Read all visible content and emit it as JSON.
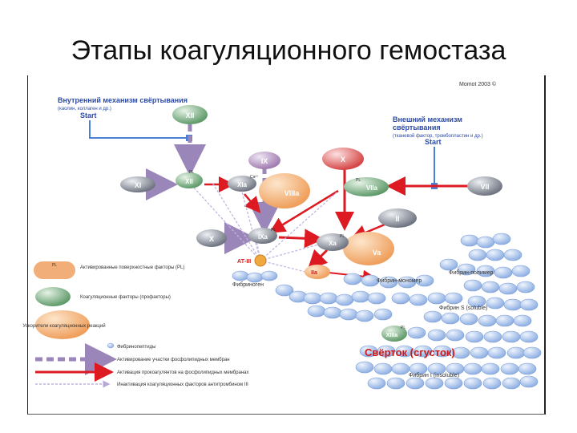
{
  "slide": {
    "title": "Этапы коагуляционного гемостаза"
  },
  "diagram": {
    "credit": "Momot 2003 ©",
    "intrinsic": {
      "title": "Внутренний механизм свёртывания",
      "subtitle": "(каолин, коллаген и др.)",
      "start": "Start"
    },
    "extrinsic": {
      "title": "Внешний механизм",
      "title2": "свёртывания",
      "subtitle": "(тканевой фактор, тромбопластин и др.)",
      "start": "Start"
    },
    "factors": {
      "XII": "XII",
      "XI": "XI",
      "XIa": "XIa",
      "IX": "IX",
      "IXa": "IXa",
      "VIIIa": "VIIIa",
      "X_top": "X",
      "X_left": "X",
      "VIIa": "VIIa",
      "VII": "VII",
      "II": "II",
      "Xa": "Xa",
      "Va": "Va",
      "IIa": "IIa",
      "XIIIa": "XIIIa"
    },
    "small_labels": {
      "pl1": "PL",
      "ca1": "Ca²⁺",
      "pl2": "PL",
      "pl3": "PL",
      "pl4": "PL",
      "pl5": "PL",
      "atiii": "АТ-III"
    },
    "products": {
      "fibrinogen": "Фибриноген",
      "fibrin_monomer": "Фибрин-мономер",
      "fibrin_polymer": "Фибрин-полимер",
      "fibrin_soluble": "Фибрин S (soluble)",
      "fibrin_insoluble": "Фибрин I (insoluble)",
      "clot": "Свёрток (сгусток)"
    },
    "legend": [
      {
        "label": "Активированные поверхностные факторы (PL)"
      },
      {
        "label": "Коагуляционные факторы (профакторы)"
      },
      {
        "label": "Ускорители коагуляционных реакций"
      },
      {
        "label": "Фибринопептиды"
      },
      {
        "label": "Активирование участки фосфолипидных мембран"
      },
      {
        "label": "Активация прокоагулянтов на фосфолипидных мембранах"
      },
      {
        "label": "Инактивация коагуляционных факторов антитромбином III"
      }
    ],
    "colors": {
      "line_blue": "#4a7fd6",
      "arrow_purple": "#9a86b8",
      "arrow_red": "#dd1a22",
      "factor_green": "#74a97c",
      "factor_gray": "#8a8f99",
      "accelerator": "#f2b27a",
      "fibrin_blue": "#a8c2ea",
      "legend_lilac": "#c8b6e8"
    }
  }
}
